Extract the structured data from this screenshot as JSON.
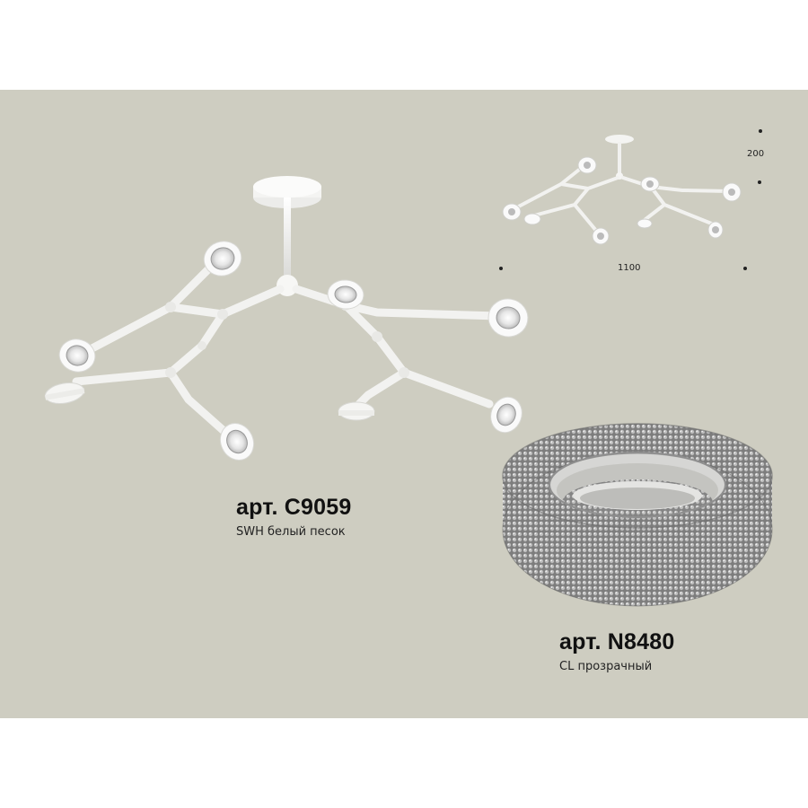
{
  "products": [
    {
      "article": "арт. C9059",
      "finish": "SWH белый песок"
    },
    {
      "article": "арт. N8480",
      "finish": "CL прозрачный"
    }
  ],
  "dimensions": {
    "width_label": "1100",
    "height_label": "200"
  },
  "colors": {
    "background": "#cecdc1",
    "fixture": "#f4f4f4",
    "crystal": "#8a8a8a"
  }
}
